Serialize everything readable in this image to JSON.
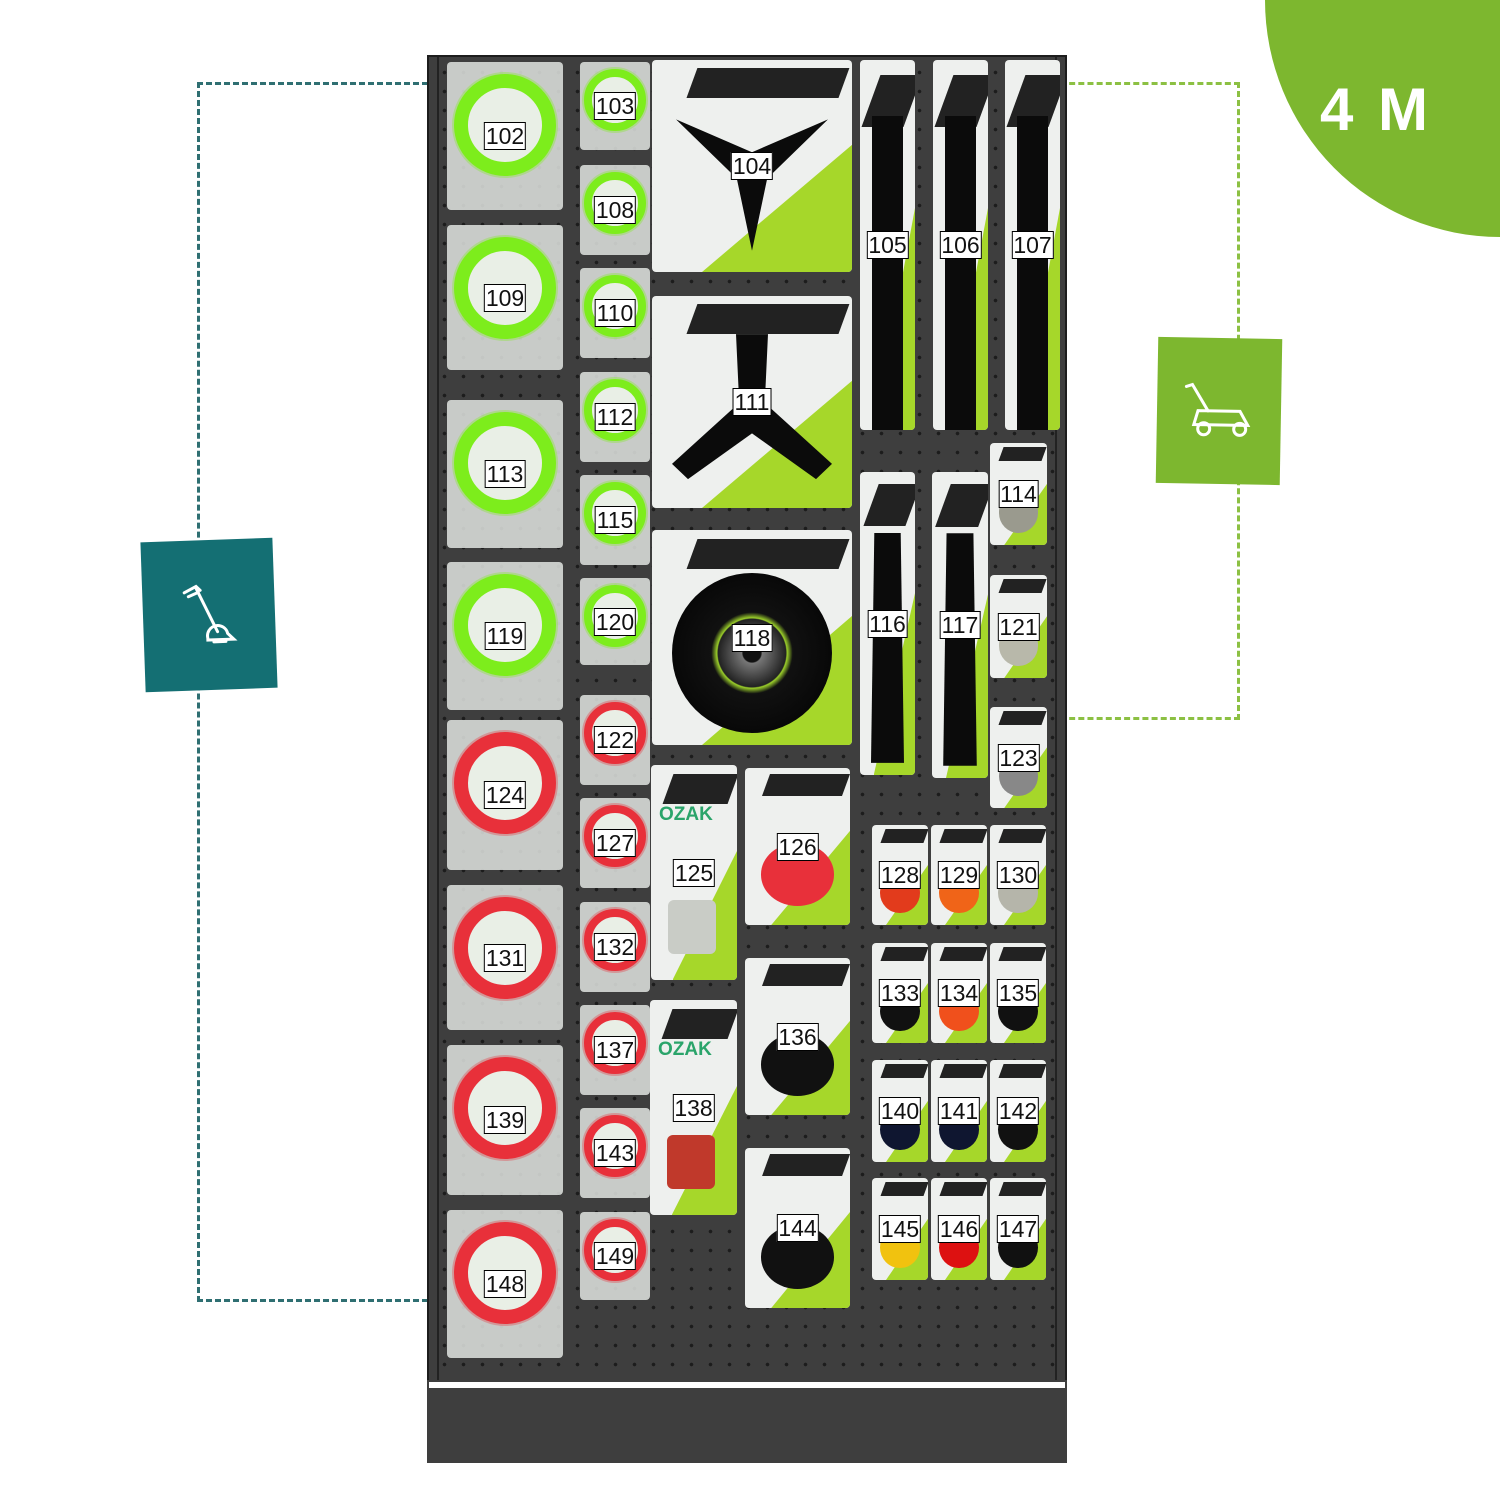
{
  "badge": {
    "label": "4 M"
  },
  "brand": "OZAK",
  "colors": {
    "green_line": "#7ded1c",
    "red_line": "#e8303a",
    "teal": "#146f73",
    "accent_green": "#7db72f",
    "panel": "#3e3e3e"
  },
  "products": [
    "102",
    "103",
    "104",
    "105",
    "106",
    "107",
    "108",
    "109",
    "110",
    "111",
    "112",
    "113",
    "114",
    "115",
    "116",
    "117",
    "118",
    "119",
    "120",
    "121",
    "122",
    "123",
    "124",
    "125",
    "126",
    "127",
    "128",
    "129",
    "130",
    "131",
    "132",
    "133",
    "134",
    "135",
    "136",
    "137",
    "138",
    "139",
    "140",
    "141",
    "142",
    "143",
    "144",
    "145",
    "146",
    "147",
    "148",
    "149"
  ]
}
